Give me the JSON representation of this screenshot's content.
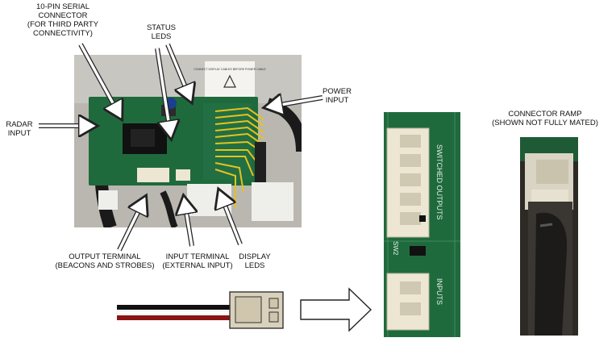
{
  "labels": {
    "serial_connector": "10-PIN SERIAL\nCONNECTOR\n(FOR THIRD PARTY\nCONNECTIVITY)",
    "status_leds": "STATUS\nLEDS",
    "power_input": "POWER\nINPUT",
    "radar_input": "RADAR\nINPUT",
    "output_terminal": "OUTPUT TERMINAL\n(BEACONS AND STROBES)",
    "input_terminal": "INPUT TERMINAL\n(EXTERNAL INPUT)",
    "display_leds": "DISPLAY\nLEDS",
    "connector_ramp": "CONNECTOR RAMP\n(SHOWN NOT FULLY MATED)"
  },
  "board_text": {
    "warning_sticker": "CONNECT DISPLAY CABLES BEFORE POWER CABLE",
    "switched_outputs": "SWITCHED OUTPUTS",
    "inputs": "INPUTS",
    "sw2": "SW2"
  },
  "colors": {
    "pcb_green": "#1f6a3c",
    "wire_yellow": "#e6c21e",
    "connector_cream": "#ece6d2",
    "background": "#ffffff"
  }
}
